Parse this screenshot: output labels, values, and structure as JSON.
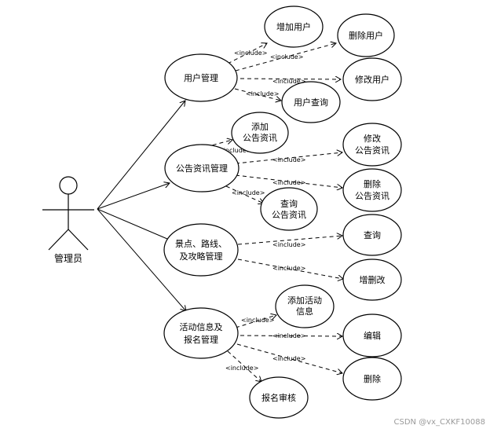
{
  "actor": {
    "label": "管理员"
  },
  "use_cases": {
    "user_mgmt": "用户管理",
    "add_user": "增加用户",
    "delete_user": "删除用户",
    "modify_user": "修改用户",
    "query_user": "用户查询",
    "notice_mgmt": "公告资讯管理",
    "add_notice": [
      "添加",
      "公告资讯"
    ],
    "modify_notice": [
      "修改",
      "公告资讯"
    ],
    "delete_notice": [
      "删除",
      "公告资讯"
    ],
    "query_notice": [
      "查询",
      "公告资讯"
    ],
    "scenic_mgmt": [
      "景点、路线、",
      "及攻略管理"
    ],
    "scenic_query": "查询",
    "scenic_edit": "增删改",
    "activity_mgmt": [
      "活动信息及",
      "报名管理"
    ],
    "add_activity": [
      "添加活动",
      "信息"
    ],
    "edit_activity": "编辑",
    "delete_activity": "删除",
    "review_signup": "报名审核"
  },
  "include_label": "<include>",
  "watermark": "CSDN @vx_CXKF10088"
}
